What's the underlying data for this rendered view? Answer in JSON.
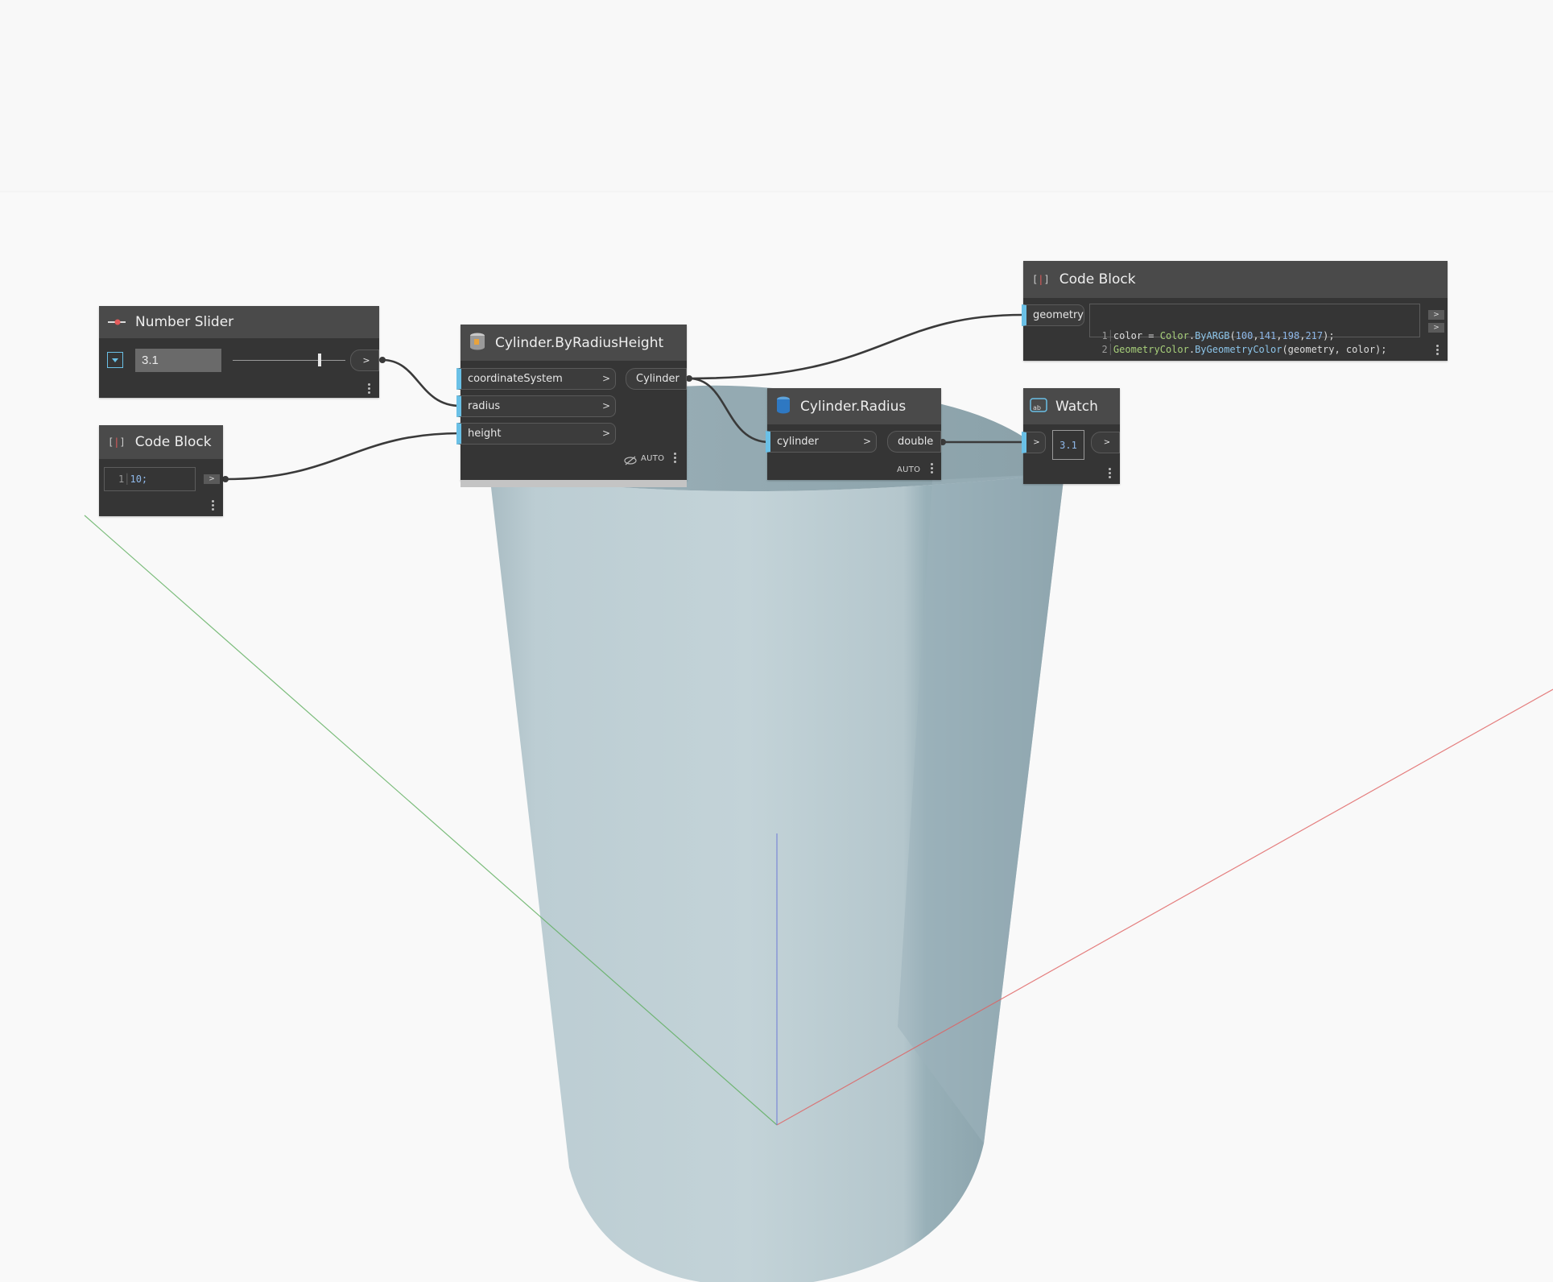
{
  "colors": {
    "background": "#f8f8f8",
    "node_body": "#353535",
    "node_header": "#4a4a4a",
    "port_accent": "#6ac0e6",
    "cylinder": "#bfd0d6",
    "axis_x": "#e06060",
    "axis_y": "#5cae5c",
    "axis_z": "#6b78d8",
    "wire": "#3a3a3a"
  },
  "nodes": {
    "number_slider": {
      "title": "Number Slider",
      "icon": "slider-icon",
      "value": "3.1",
      "slider_fraction": 0.77,
      "output_chevron": ">"
    },
    "code_block_left": {
      "title": "Code Block",
      "icon": "code-block-icon",
      "line_number": "1",
      "code": "10;",
      "output_chevron": ">"
    },
    "cylinder_by_radius_height": {
      "title": "Cylinder.ByRadiusHeight",
      "icon": "cylinder-icon",
      "inputs": [
        "coordinateSystem",
        "radius",
        "height"
      ],
      "input_chevron": ">",
      "output": "Cylinder",
      "lacing": "AUTO",
      "preview_icon": "preview-hidden-icon"
    },
    "cylinder_radius": {
      "title": "Cylinder.Radius",
      "icon": "cylinder-solid-icon",
      "input": "cylinder",
      "input_chevron": ">",
      "output": "double",
      "lacing": "AUTO"
    },
    "code_block_right": {
      "title": "Code Block",
      "icon": "code-block-icon",
      "input": "geometry",
      "lines": [
        {
          "num": "1",
          "segments": [
            {
              "t": "color = ",
              "c": "plain"
            },
            {
              "t": "Color",
              "c": "green"
            },
            {
              "t": ".",
              "c": "plain"
            },
            {
              "t": "ByARGB",
              "c": "blue"
            },
            {
              "t": "(",
              "c": "plain"
            },
            {
              "t": "100",
              "c": "num"
            },
            {
              "t": ",",
              "c": "plain"
            },
            {
              "t": "141",
              "c": "num"
            },
            {
              "t": ",",
              "c": "plain"
            },
            {
              "t": "198",
              "c": "num"
            },
            {
              "t": ",",
              "c": "plain"
            },
            {
              "t": "217",
              "c": "num"
            },
            {
              "t": ");",
              "c": "plain"
            }
          ]
        },
        {
          "num": "2",
          "segments": [
            {
              "t": "GeometryColor",
              "c": "green"
            },
            {
              "t": ".",
              "c": "plain"
            },
            {
              "t": "ByGeometryColor",
              "c": "blue"
            },
            {
              "t": "(geometry, color);",
              "c": "plain"
            }
          ]
        }
      ],
      "output_chevrons": [
        ">",
        ">"
      ]
    },
    "watch": {
      "title": "Watch",
      "icon": "watch-icon",
      "value": "3.1",
      "input_chevron": ">",
      "output_chevron": ">"
    }
  }
}
